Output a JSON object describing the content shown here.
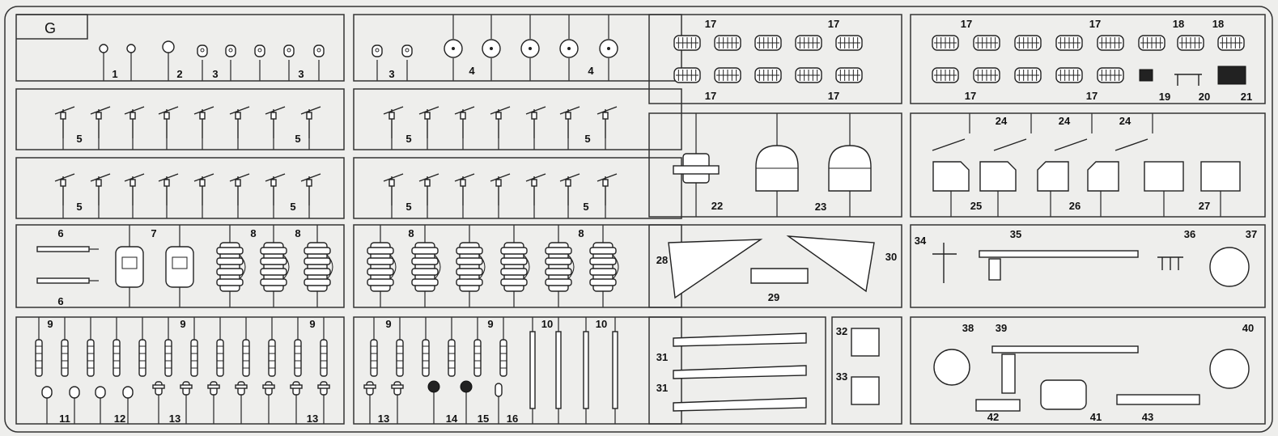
{
  "sprue": {
    "letter": "G",
    "labels": [
      "1",
      "2",
      "3",
      "4",
      "5",
      "6",
      "7",
      "8",
      "9",
      "10",
      "11",
      "12",
      "13",
      "14",
      "15",
      "16",
      "17",
      "18",
      "19",
      "20",
      "21",
      "22",
      "23",
      "24",
      "25",
      "26",
      "27",
      "28",
      "29",
      "30",
      "31",
      "32",
      "33",
      "34",
      "35",
      "36",
      "37",
      "38",
      "39",
      "40",
      "41",
      "42",
      "43"
    ]
  },
  "colors": {
    "background": "#eeeeec",
    "line": "#222222",
    "part_fill": "#ffffff"
  }
}
